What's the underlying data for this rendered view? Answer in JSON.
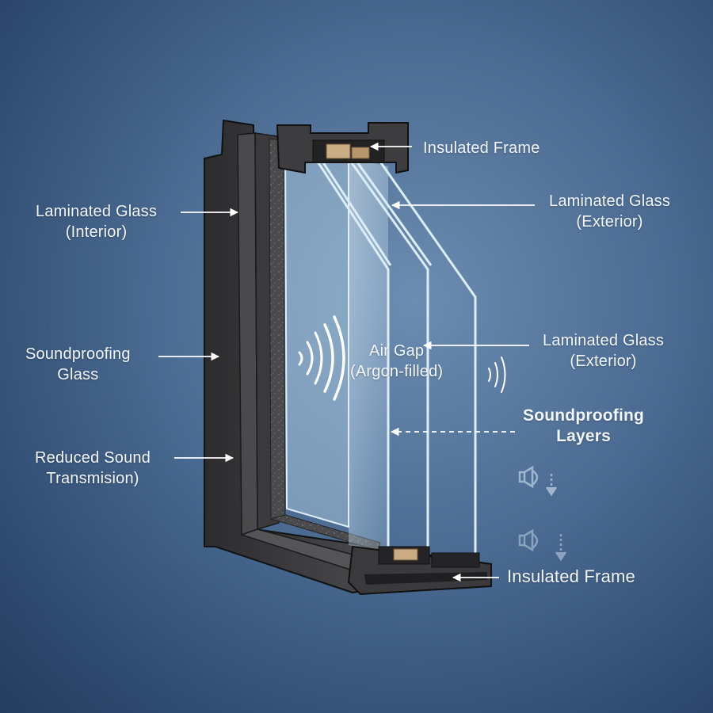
{
  "labels": {
    "insulated_frame_top": "Insulated Frame",
    "laminated_interior_line1": "Laminated Glass",
    "laminated_interior_line2": "(Interior)",
    "laminated_exterior_top_line1": "Laminated Glass",
    "laminated_exterior_top_line2": "(Exterior)",
    "soundproofing_glass_line1": "Soundproofing",
    "soundproofing_glass_line2": "Glass",
    "air_gap_line1": "Air Gap",
    "air_gap_line2": "(Argon-filled)",
    "laminated_exterior_mid_line1": "Laminated Glass",
    "laminated_exterior_mid_line2": "(Exterior)",
    "soundproofing_layers_line1": "Soundproofing",
    "soundproofing_layers_line2": "Layers",
    "reduced_sound_line1": "Reduced Sound",
    "reduced_sound_line2": "Transmision)",
    "insulated_frame_bottom": "Insulated Frame"
  },
  "icons": [
    "sound-wave-icon",
    "speaker-muted-icon",
    "arrow-icon"
  ],
  "colors": {
    "background": "#4a6a91",
    "frame": "#3d3d3f",
    "glass": "#cfe6f2",
    "label": "#f3f6fa"
  }
}
